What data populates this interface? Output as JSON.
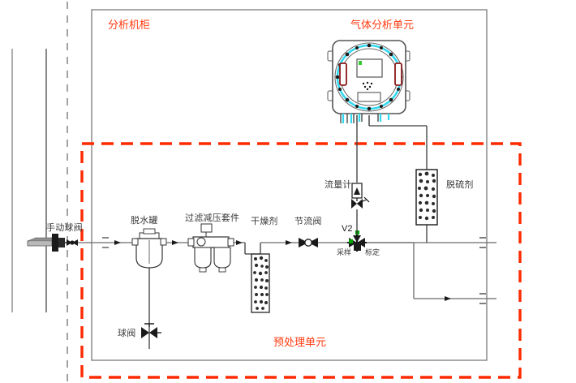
{
  "diagram": {
    "title_analysis_cabinet": "分析机柜",
    "title_gas_analysis_unit": "气体分析单元",
    "title_pretreatment_unit": "预处理单元",
    "colors": {
      "boundary_red": "#ff2a00",
      "label_red": "#ff3b10",
      "pipe_gray": "#6b6b6b",
      "line_dark": "#333333",
      "analyzer_ring_cyan": "#2fd9f2",
      "valve_green": "#00a000",
      "indicator_green": "#33cc33",
      "accent_dark_red": "#8b1a1a"
    },
    "components": [
      {
        "id": "manual-ball-valve",
        "label": "手动球阀"
      },
      {
        "id": "dehydration-tank",
        "label": "脱水罐"
      },
      {
        "id": "filter-regulator-kit",
        "label": "过滤减压套件"
      },
      {
        "id": "desiccant",
        "label": "干燥剂"
      },
      {
        "id": "throttle-valve",
        "label": "节流阀"
      },
      {
        "id": "flow-meter",
        "label": "流量计"
      },
      {
        "id": "desulfurizer",
        "label": "脱硫剂"
      },
      {
        "id": "ball-valve",
        "label": "球阀"
      }
    ],
    "valve_v2": {
      "tag": "V2",
      "port_sampling": "采样",
      "port_calibration": "标定"
    }
  }
}
